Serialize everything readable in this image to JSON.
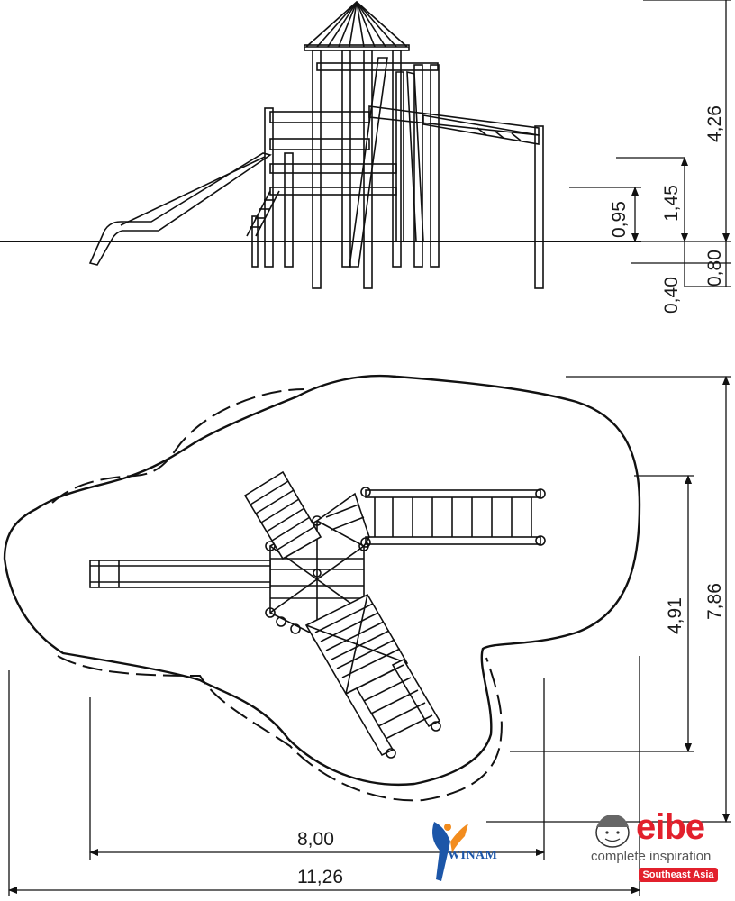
{
  "elevation_view": {
    "dimensions": {
      "platform_low": "0,95",
      "platform_high": "1,45",
      "total_height": "4,26",
      "foundation_depth": "0,40",
      "foundation_extra": "0,80"
    }
  },
  "plan_view": {
    "dimensions": {
      "inner_depth": "4,91",
      "total_depth": "7,86",
      "inner_width": "8,00",
      "total_width": "11,26"
    }
  },
  "branding": {
    "winam": {
      "name": "WINAM",
      "colors": {
        "blue": "#1c56a8",
        "orange": "#f28c1e"
      }
    },
    "eibe": {
      "name": "eibe",
      "tagline": "complete inspiration",
      "region": "Southeast Asia",
      "color": "#e2202c"
    }
  }
}
